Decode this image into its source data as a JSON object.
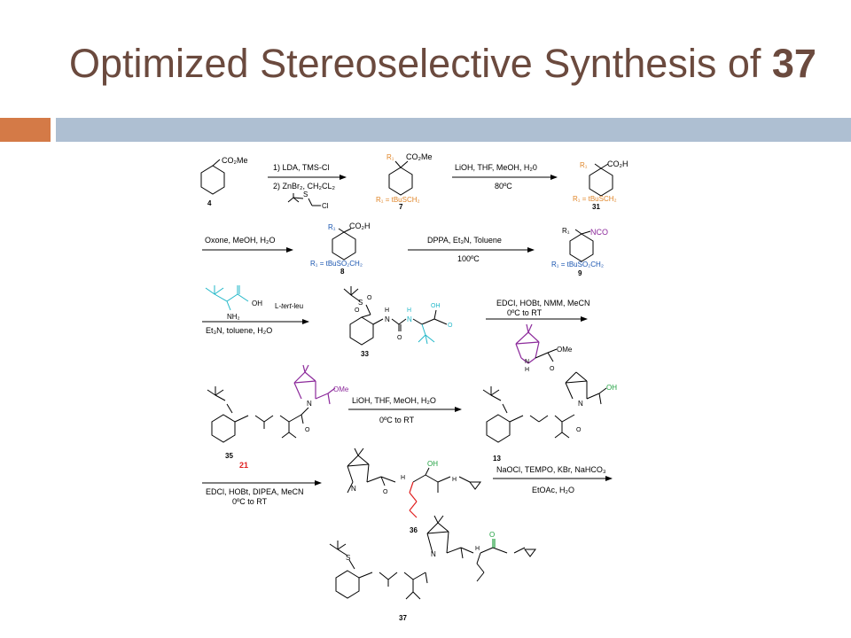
{
  "slide": {
    "title_prefix": "Optimized Stereoselective Synthesis of ",
    "title_number": "37"
  },
  "colors": {
    "title": "#6b4a3e",
    "bar_orange": "#d47a47",
    "bar_blue": "#aebfd2",
    "orange": "#e0862a",
    "blue": "#1a55b0",
    "cyan": "#20b7c8",
    "purple": "#8c2a9b",
    "red": "#e02020",
    "green": "#20a040"
  },
  "scheme": {
    "row1": {
      "c4": {
        "sub": "CO₂Me",
        "num": "4"
      },
      "step1": {
        "line1": "1) LDA, TMS-Cl",
        "line2": "2) ZnBr₂, CH₂CL₂",
        "reagent_s": "S",
        "reagent_cl": "Cl"
      },
      "c7": {
        "r1": "R₁",
        "sub": "CO₂Me",
        "rdef": "R₁ = tBuSCH₂",
        "num": "7"
      },
      "step2": {
        "above": "LiOH, THF, MeOH, H₂0",
        "below": "80ºC"
      },
      "c31": {
        "r1": "R₁",
        "sub": "CO₂H",
        "rdef": "R₁ = tBuSCH₂",
        "num": "31"
      }
    },
    "row2": {
      "step3": {
        "above": "Oxone, MeOH, H₂O"
      },
      "c8": {
        "r1": "R₁",
        "sub": "CO₂H",
        "rdef": "R₁ = tBuSO₂CH₂",
        "num": "8"
      },
      "step4": {
        "above": "DPPA, Et₃N, Toluene",
        "below": "100ºC"
      },
      "c9": {
        "r1": "R₁",
        "sub": "NCO",
        "rdef": "R₁ = tBuSO₂CH₂",
        "num": "9"
      }
    },
    "row3": {
      "tle": {
        "oh": "OH",
        "nh2": "NH₂",
        "name_pre": "L-",
        "name_it": "tert",
        "name_post": "-leu"
      },
      "step5": {
        "below": "Et₃N, toluene, H₂O"
      },
      "c33": {
        "num": "33",
        "s": "S",
        "o1": "O",
        "o2": "O",
        "nh1": "H",
        "n1": "N",
        "nh2": "H",
        "n2": "N",
        "o3": "O",
        "oh": "OH",
        "o4": "O"
      },
      "step6": {
        "line1": "EDCI, HOBt, NMM, MeCN",
        "line2": "0ºC to RT",
        "ome": "OMe",
        "o": "O",
        "n": "N",
        "h": "H"
      }
    },
    "row4": {
      "c35": {
        "num": "35",
        "ome": "OMe",
        "n": "N",
        "o": "O"
      },
      "step7": {
        "above": "LiOH, THF, MeOH, H₂O",
        "below": "0ºC to RT"
      },
      "c13": {
        "num": "13",
        "oh": "OH",
        "n": "N",
        "o": "O"
      }
    },
    "row5": {
      "step8": {
        "num": "21",
        "line1": "EDCl, HOBt, DIPEA, MeCN",
        "line2": "0ºC to RT"
      },
      "c36": {
        "num": "36",
        "oh": "OH",
        "n": "N",
        "h": "H",
        "o": "O"
      },
      "step9": {
        "above": "NaOCl, TEMPO, KBr, NaHCO₃",
        "below": "EtOAc, H₂O"
      }
    },
    "row6": {
      "c37": {
        "num": "37",
        "s": "S",
        "o": "O",
        "n": "N",
        "h": "H"
      }
    }
  }
}
